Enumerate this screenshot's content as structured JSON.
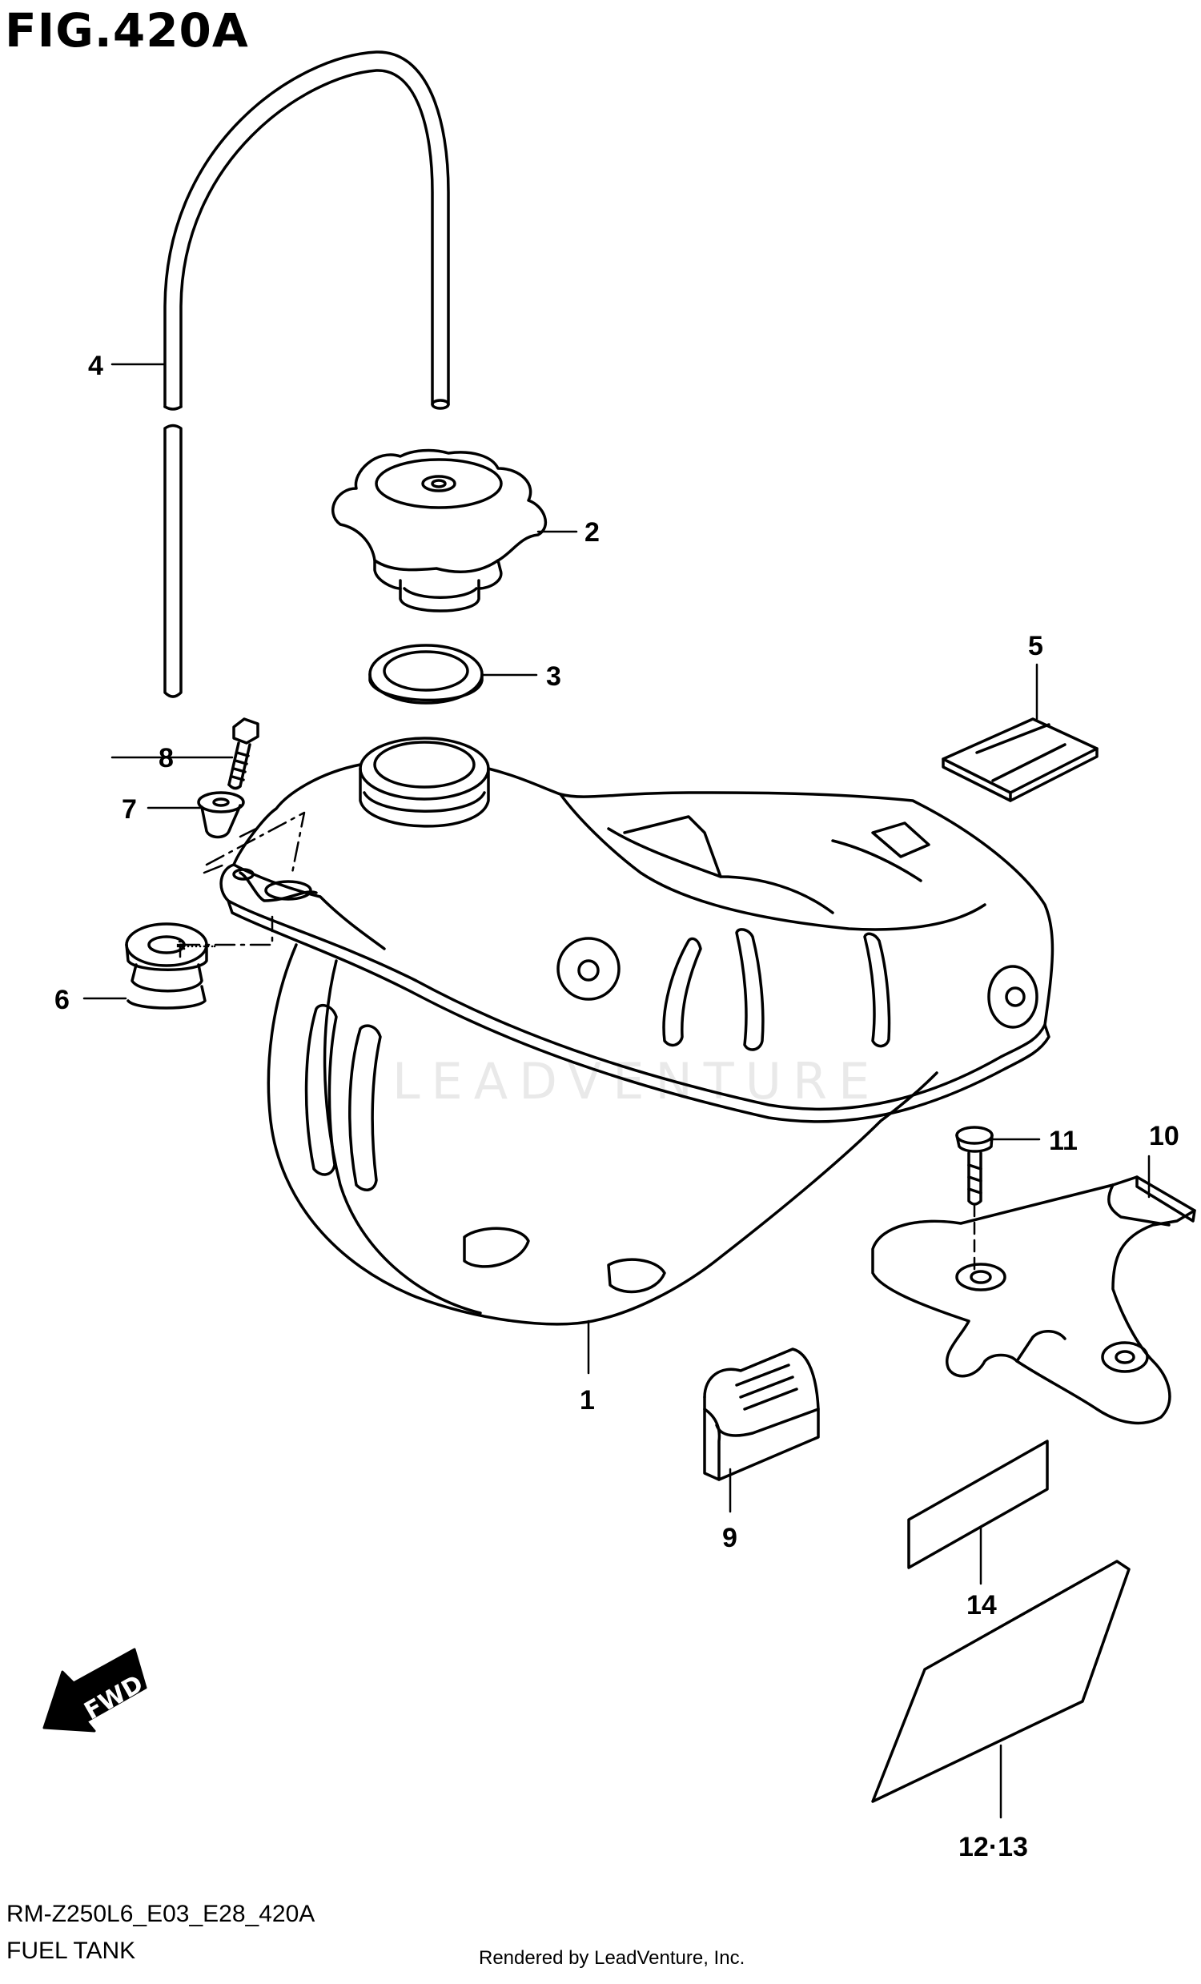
{
  "figure": {
    "title": "FIG.420A",
    "drawing_code": "RM-Z250L6_E03_E28_420A",
    "name": "FUEL TANK",
    "credit": "Rendered by LeadVenture, Inc.",
    "watermark": "LEADVENTURE"
  },
  "direction_marker": {
    "label": "FWD",
    "icon": "forward-arrow-icon"
  },
  "callouts": [
    {
      "id": "1",
      "label": "1"
    },
    {
      "id": "2",
      "label": "2"
    },
    {
      "id": "3",
      "label": "3"
    },
    {
      "id": "4",
      "label": "4"
    },
    {
      "id": "5",
      "label": "5"
    },
    {
      "id": "6",
      "label": "6"
    },
    {
      "id": "7",
      "label": "7"
    },
    {
      "id": "8",
      "label": "8"
    },
    {
      "id": "9",
      "label": "9"
    },
    {
      "id": "10",
      "label": "10"
    },
    {
      "id": "11",
      "label": "11"
    },
    {
      "id": "12-13",
      "label": "12·13"
    },
    {
      "id": "14",
      "label": "14"
    }
  ]
}
